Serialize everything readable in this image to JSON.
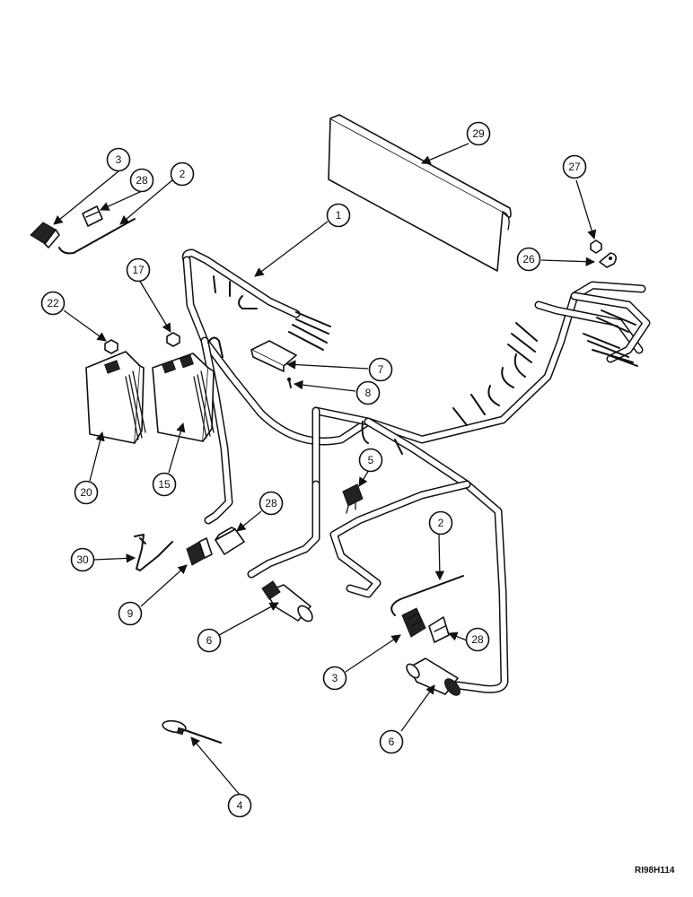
{
  "diagram": {
    "reference_code": "RI98H114",
    "callouts": [
      "1",
      "2",
      "2",
      "3",
      "3",
      "4",
      "5",
      "6",
      "6",
      "7",
      "8",
      "9",
      "15",
      "17",
      "20",
      "22",
      "26",
      "27",
      "28",
      "28",
      "28",
      "29",
      "30"
    ]
  }
}
